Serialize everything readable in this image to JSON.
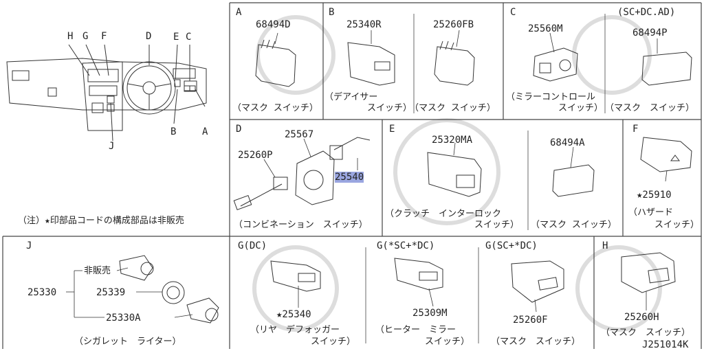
{
  "overview": {
    "callouts": [
      "H",
      "G",
      "F",
      "D",
      "E",
      "C",
      "B",
      "A",
      "J"
    ],
    "note": "（注）★印部品コードの構成部品は非販売"
  },
  "sections": {
    "a": {
      "label": "A",
      "part": "68494D",
      "caption": "（マスク スイッチ）"
    },
    "b": {
      "label": "B",
      "part1": "25340R",
      "part2": "25260FB",
      "caption1a": "（デアイサー",
      "caption1b": "スイッチ）",
      "caption2": "（マスク スイッチ）"
    },
    "c": {
      "label": "C",
      "label2": "(SC+DC.AD)",
      "part1": "25560M",
      "part2": "68494P",
      "caption1a": "（ミラーコントロール",
      "caption1b": "スイッチ）",
      "caption2": "（マスク　スイッチ）"
    },
    "d": {
      "label": "D",
      "part1": "25567",
      "part2": "25260P",
      "part3": "25540",
      "caption": "（コンビネーション　スイッチ）"
    },
    "e": {
      "label": "E",
      "part1": "25320MA",
      "part2": "68494A",
      "caption1a": "（クラッチ　インターロック",
      "caption1b": "スイッチ）",
      "caption2": "（マスク スイッチ）"
    },
    "f": {
      "label": "F",
      "part": "★25910",
      "caption1": "（ハザード",
      "caption2": "スイッチ）"
    },
    "j": {
      "label": "J",
      "part_main": "25330",
      "not_sold": "非販売",
      "part2": "25339",
      "part3": "25330A",
      "caption": "（シガレット　ライター）"
    },
    "g1": {
      "label": "G(DC)",
      "part": "★25340",
      "caption1": "（リヤ　デフォッガー",
      "caption2": "スイッチ）"
    },
    "g2": {
      "label": "G(*SC+*DC)",
      "part": "25309M",
      "caption1": "（ヒーター　ミラー",
      "caption2": "スイッチ）"
    },
    "g3": {
      "label": "G(SC+*DC)",
      "part": "25260F",
      "caption": "（マスク　スイッチ）"
    },
    "h": {
      "label": "H",
      "part": "25260H",
      "caption": "（マスク　スイッチ）"
    }
  },
  "footer": {
    "code": "J251014K"
  }
}
